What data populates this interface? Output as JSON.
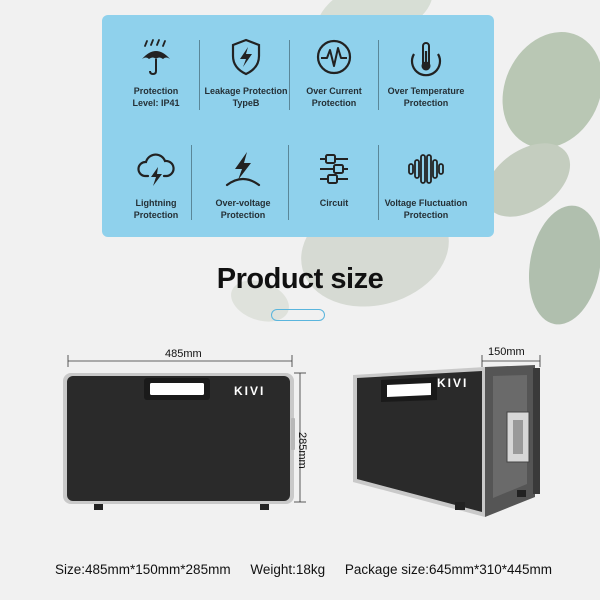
{
  "features": [
    {
      "icon": "umbrella-icon",
      "label": "Protection\nLevel: IP41"
    },
    {
      "icon": "shield-bolt-icon",
      "label": "Leakage Protection\nTypeB"
    },
    {
      "icon": "pulse-icon",
      "label": "Over Current\nProtection"
    },
    {
      "icon": "thermometer-icon",
      "label": "Over Temperature\nProtection"
    },
    {
      "icon": "cloud-lightning-icon",
      "label": "Lightning\nProtection"
    },
    {
      "icon": "lightning-icon",
      "label": "Over-voltage\nProtection"
    },
    {
      "icon": "circuit-icon",
      "label": "Circuit"
    },
    {
      "icon": "waveform-icon",
      "label": "Voltage Fluctuation\nProtection"
    }
  ],
  "section_title": "Product size",
  "brand": "KIVI",
  "dimensions": {
    "width": "485mm",
    "height": "285mm",
    "depth": "150mm"
  },
  "specs": {
    "size": "Size:485mm*150mm*285mm",
    "weight": "Weight:18kg",
    "package": "Package size:645mm*310*445mm"
  },
  "colors": {
    "panel": "#8fd1ec",
    "accent": "#5ab5dd",
    "device": "#2a2a2a"
  }
}
